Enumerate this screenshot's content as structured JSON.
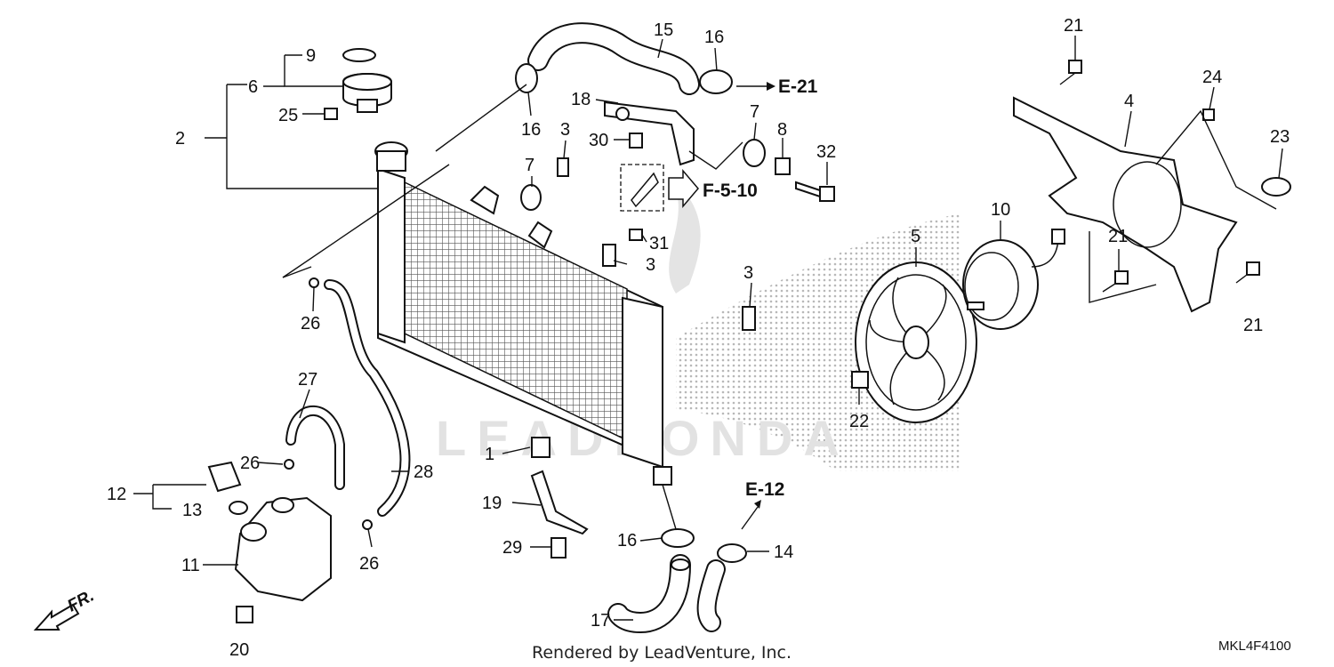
{
  "callouts": [
    "1",
    "2",
    "3",
    "3",
    "3",
    "4",
    "5",
    "6",
    "7",
    "7",
    "8",
    "9",
    "10",
    "11",
    "12",
    "13",
    "14",
    "15",
    "16",
    "16",
    "16",
    "17",
    "18",
    "19",
    "20",
    "21",
    "21",
    "21",
    "22",
    "23",
    "24",
    "25",
    "26",
    "26",
    "26",
    "27",
    "28",
    "29",
    "30",
    "31",
    "32"
  ],
  "references": {
    "e21": "E-21",
    "f510": "F-5-10",
    "e12": "E-12"
  },
  "direction_label": "FR.",
  "watermark": "LEADHONDA",
  "credit": "Rendered by LeadVenture, Inc.",
  "diagram_code": "MKL4F4100"
}
